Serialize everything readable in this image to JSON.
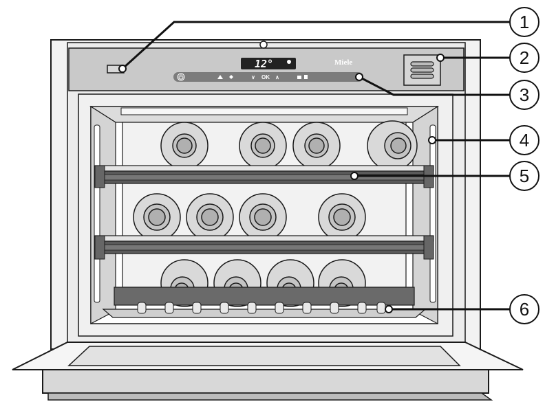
{
  "display": {
    "temperature": "12°"
  },
  "brand": {
    "name": "Miele"
  },
  "controls": {
    "down_label": "∨",
    "ok_label": "OK",
    "up_label": "∧"
  },
  "callouts": [
    {
      "number": "1"
    },
    {
      "number": "2"
    },
    {
      "number": "3"
    },
    {
      "number": "4"
    },
    {
      "number": "5"
    },
    {
      "number": "6"
    }
  ],
  "colors": {
    "outline": "#1a1a1a",
    "housing": "#e6e6e6",
    "panel": "#c8c8c8",
    "display": "#222222",
    "control_strip": "#7c7c7c",
    "bottle": "#d9d9d9",
    "shelf_bar": "#555555"
  }
}
